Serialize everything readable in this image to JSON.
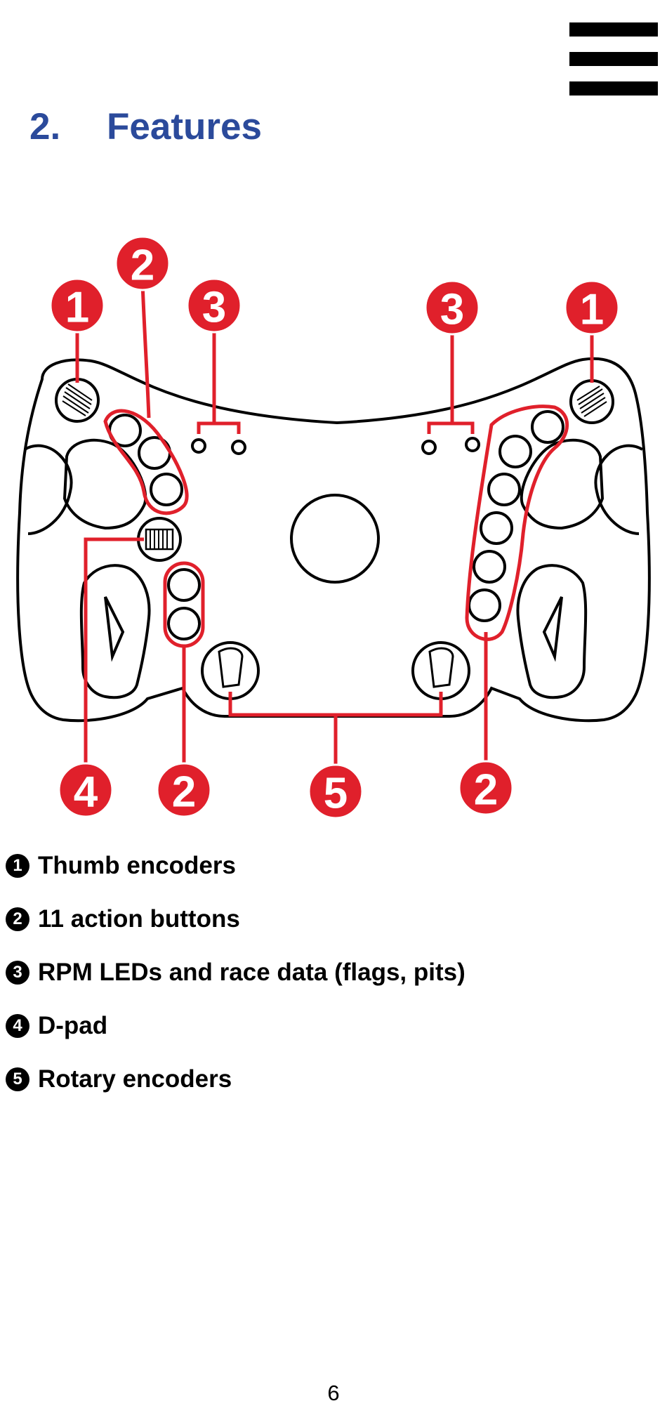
{
  "header": {
    "menu_icon": "hamburger-icon"
  },
  "section": {
    "number": "2.",
    "title": "Features"
  },
  "diagram": {
    "callouts": {
      "thumb_encoder": "1",
      "action_buttons": "2",
      "rpm_leds": "3",
      "dpad": "4",
      "rotary_encoders": "5"
    },
    "callout_color": "#e0202b"
  },
  "features": [
    {
      "marker": "1",
      "label": "Thumb encoders"
    },
    {
      "marker": "2",
      "label": "11 action buttons"
    },
    {
      "marker": "3",
      "label": "RPM LEDs and race data (flags, pits)"
    },
    {
      "marker": "4",
      "label": "D-pad"
    },
    {
      "marker": "5",
      "label": "Rotary encoders"
    }
  ],
  "footer": {
    "page_number": "6"
  }
}
